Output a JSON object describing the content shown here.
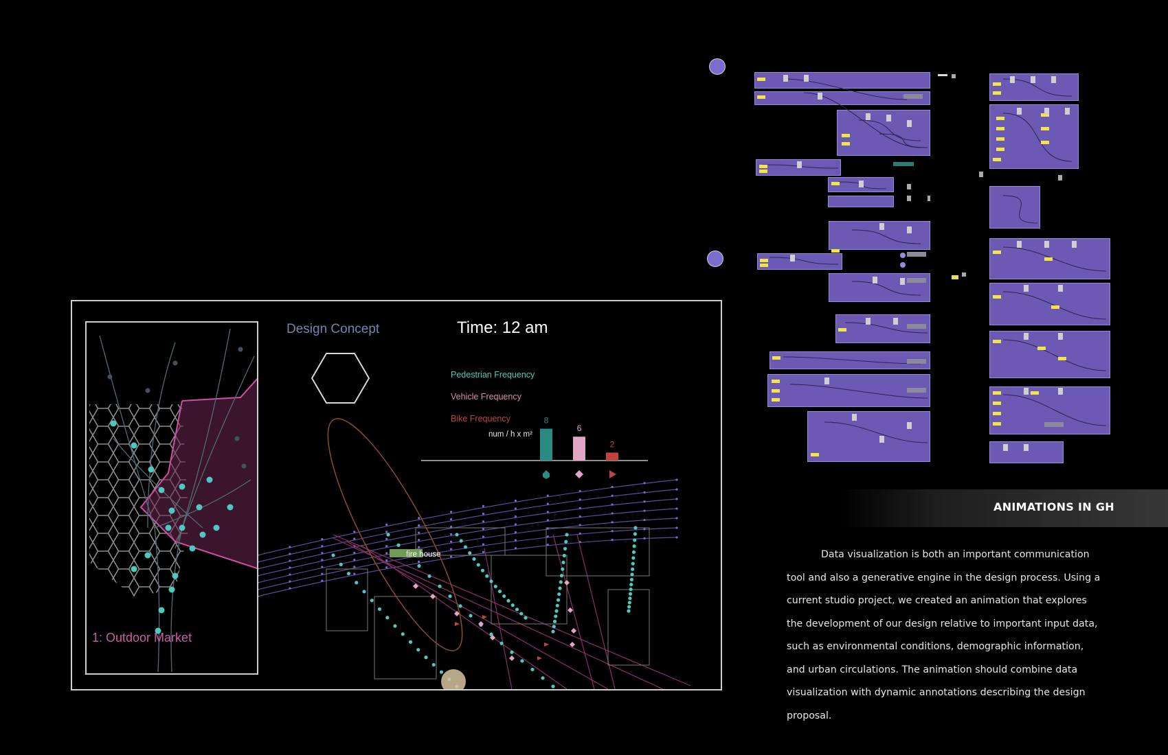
{
  "design_concept_label": "Design Concept",
  "time_label": "Time: 12 am",
  "legend": {
    "pedestrian": "Pedestrian Frequency",
    "vehicle": "Vehicle Frequency",
    "bike": "Bike Frequency",
    "unit": "num / h x m²"
  },
  "chart_data": {
    "type": "bar",
    "categories": [
      "Pedestrian",
      "Vehicle",
      "Bike"
    ],
    "values": [
      8,
      6,
      2
    ],
    "colors": [
      "#2a8a84",
      "#e0a6c4",
      "#c0433e"
    ],
    "value_labels": [
      "8",
      "6",
      "2"
    ],
    "ylabel": "num / h x m²"
  },
  "map_labels": {
    "fire_house": "fire house",
    "outdoor_market": "1: Outdoor Market"
  },
  "section": {
    "heading": "ANIMATIONS IN GH",
    "body": "Data visualization is both an important communication tool and also a generative engine in the design process. Using a current studio project, we created an animation that explores the development of our design relative to important input data, such as environmental conditions, demographic information, and urban circulations. The animation should combine data visualization with dynamic annotations describing the design proposal."
  },
  "colors": {
    "pedestrian": "#4fc8c0",
    "vehicle": "#d98ab8",
    "bike": "#c0433e",
    "node_fill": "#6b59b3",
    "frame": "#cfcfcf"
  }
}
